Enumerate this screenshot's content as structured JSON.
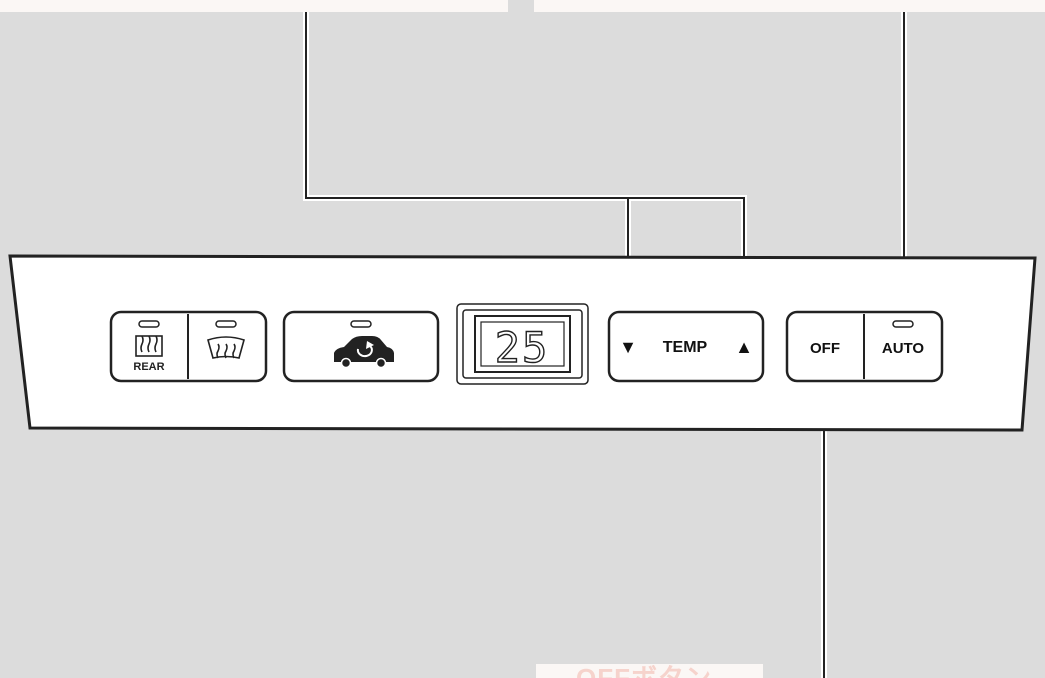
{
  "panel": {
    "rear_label": "REAR",
    "display_value": "25",
    "temp_label": "TEMP",
    "temp_down_glyph": "▼",
    "temp_up_glyph": "▲",
    "off_label": "OFF",
    "auto_label": "AUTO"
  },
  "caption": {
    "bottom": "OFFボタン"
  },
  "icons": {
    "rear_defrost": "rear-defroster-icon",
    "front_defrost": "front-defroster-icon",
    "recirculation": "recirculation-car-icon"
  }
}
